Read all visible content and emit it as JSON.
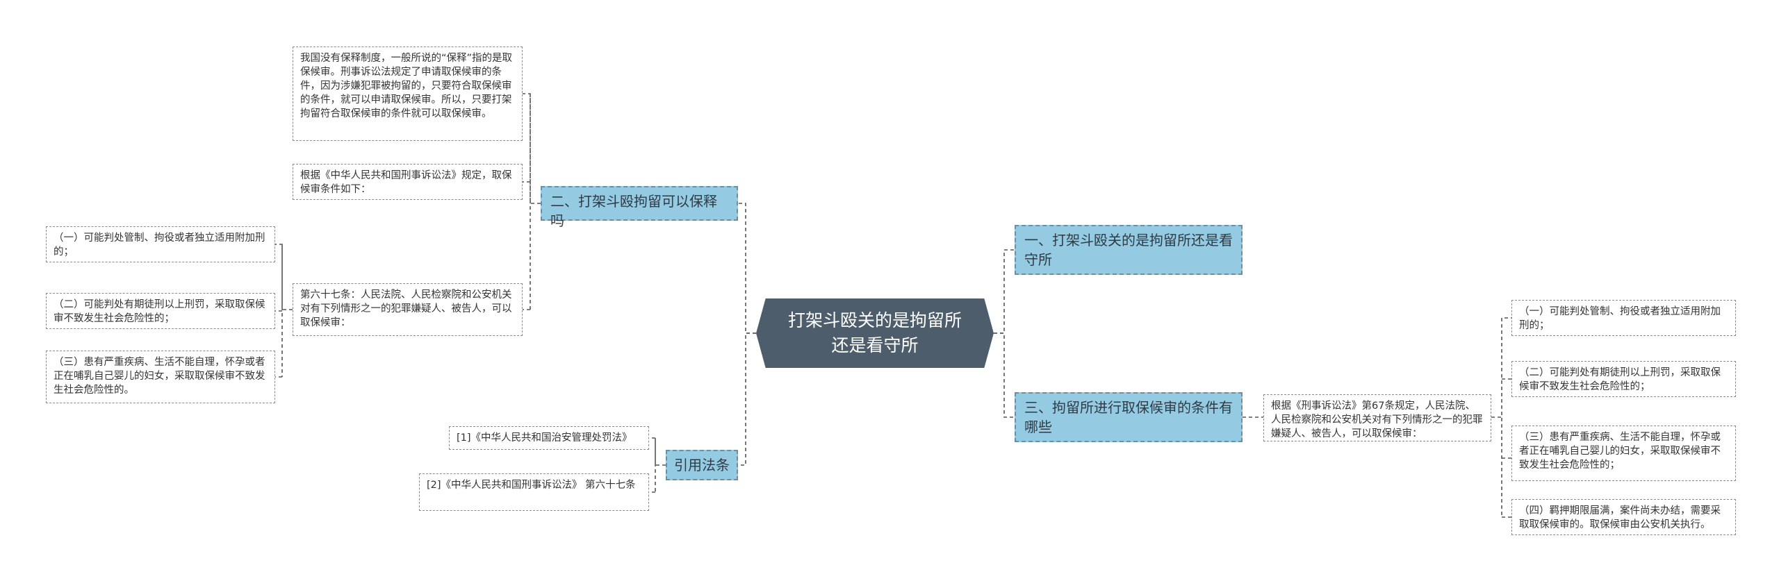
{
  "center": {
    "title": "打架斗殴关的是拘留所还是看守所"
  },
  "right": {
    "topic1": {
      "label": "一、打架斗殴关的是拘留所还是看守所"
    },
    "topic3": {
      "label": "三、拘留所进行取保候审的条件有哪些",
      "basis": "根据《刑事诉讼法》第67条规定，人民法院、人民检察院和公安机关对有下列情形之一的犯罪嫌疑人、被告人，可以取保候审：",
      "items": [
        "（一）可能判处管制、拘役或者独立适用附加刑的；",
        "（二）可能判处有期徒刑以上刑罚，采取取保候审不致发生社会危险性的；",
        "（三）患有严重疾病、生活不能自理，怀孕或者正在哺乳自己婴儿的妇女，采取取保候审不致发生社会危险性的；",
        "（四）羁押期限届满，案件尚未办结，需要采取取保候审的。取保候审由公安机关执行。"
      ]
    }
  },
  "left": {
    "topic2": {
      "label": "二、打架斗殴拘留可以保释吗",
      "note1": "我国没有保释制度，一般所说的“保释”指的是取保候审。刑事诉讼法规定了申请取保候审的条件，因为涉嫌犯罪被拘留的，只要符合取保候审的条件，就可以申请取保候审。所以，只要打架拘留符合取保候审的条件就可以取保候审。",
      "note2": "根据《中华人民共和国刑事诉讼法》规定，取保候审条件如下：",
      "note3": "第六十七条：人民法院、人民检察院和公安机关对有下列情形之一的犯罪嫌疑人、被告人，可以取保候审：",
      "items": [
        "（一）可能判处管制、拘役或者独立适用附加刑的；",
        "（二）可能判处有期徒刑以上刑罚，采取取保候审不致发生社会危险性的；",
        "（三）患有严重疾病、生活不能自理，怀孕或者正在哺乳自己婴儿的妇女，采取取保候审不致发生社会危险性的。"
      ]
    },
    "topic4": {
      "label": "引用法条",
      "refs": [
        "[1]《中华人民共和国治安管理处罚法》",
        "[2]《中华人民共和国刑事诉讼法》 第六十七条"
      ]
    }
  }
}
